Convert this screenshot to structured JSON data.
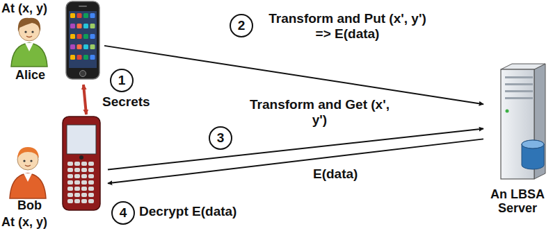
{
  "diagram": {
    "nodes": [
      {
        "text": [
          "At (x, y)",
          "Alice"
        ]
      },
      {
        "text": [
          "Bob",
          "At (x, y)"
        ]
      },
      {
        "text": [
          "An LBSA Server"
        ]
      }
    ],
    "edges": [
      {
        "from": 0,
        "to": 1,
        "label": "Secrets",
        "arrow": "both"
      },
      {
        "from": 0,
        "to": 2,
        "label": "Transform and Put (x', y') => E(data)",
        "arrow": "to"
      },
      {
        "from": 1,
        "to": 2,
        "label": "Transform and Get (x', y')",
        "arrow": "to"
      },
      {
        "from": 2,
        "to": 1,
        "label": "E(data)",
        "arrow": "to"
      }
    ],
    "labels": [
      "1",
      "2",
      "3",
      "4",
      "Decrypt E(data)"
    ]
  }
}
